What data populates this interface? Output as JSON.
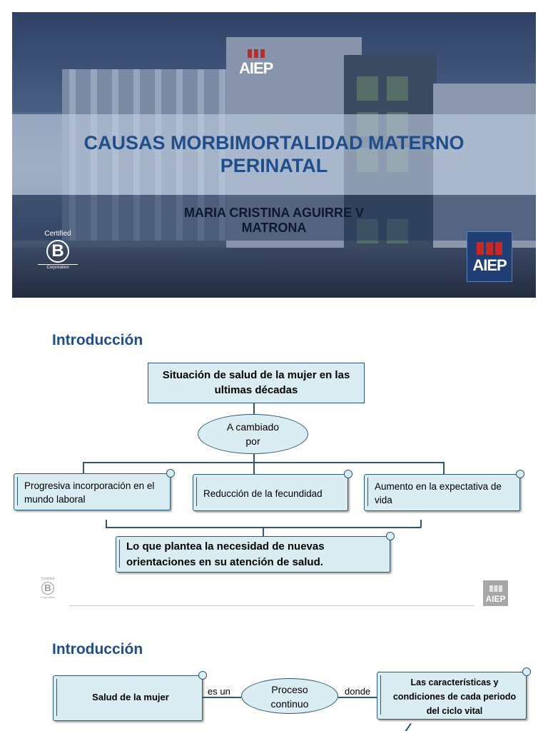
{
  "slide1": {
    "title": "CAUSAS MORBIMORTALIDAD MATERNO PERINATAL",
    "author": "MARIA CRISTINA AGUIRRE V",
    "role": "MATRONA",
    "building_sign": "AIEP",
    "bcorp": {
      "certified": "Certified",
      "letter": "B",
      "corporation": "Corporation"
    },
    "logo": "AIEP"
  },
  "slide2": {
    "heading": "Introducción",
    "top_box": "Situación de salud de la mujer  en las ultimas décadas",
    "ellipse": "A cambiado por",
    "items": [
      "Progresiva incorporación en el mundo laboral",
      "Reducción de la fecundidad",
      "Aumento en la expectativa de vida"
    ],
    "conclusion": "Lo que plantea la necesidad de nuevas orientaciones en su atención de salud.",
    "bcorp": {
      "certified": "Certified",
      "letter": "B",
      "corporation": "Corporation"
    },
    "logo": "AIEP"
  },
  "slide3": {
    "heading": "Introducción",
    "box1": "Salud de la mujer",
    "connector1": "es un",
    "ellipse": "Proceso continuo",
    "connector2": "donde",
    "box2": "Las características y condiciones de cada periodo del ciclo vital"
  }
}
